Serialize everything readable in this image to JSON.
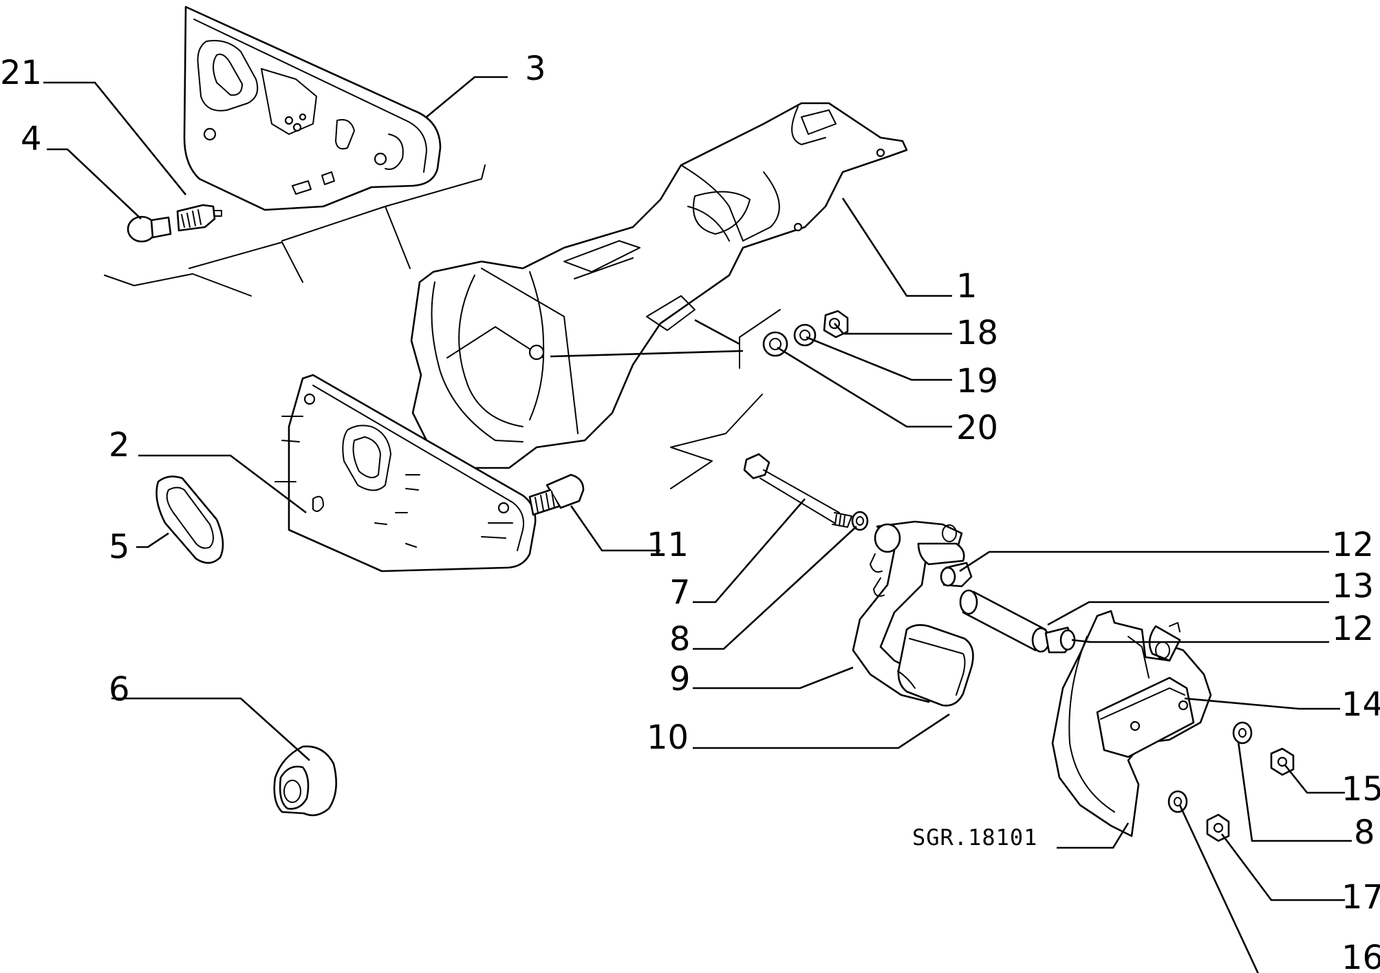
{
  "drawing_ref": "SGR.18101",
  "callouts": {
    "c1": "1",
    "c2": "2",
    "c3": "3",
    "c4": "4",
    "c5": "5",
    "c6": "6",
    "c7": "7",
    "c8a": "8",
    "c8b": "8",
    "c9": "9",
    "c10": "10",
    "c11": "11",
    "c12a": "12",
    "c12b": "12",
    "c13": "13",
    "c14": "14",
    "c15": "15",
    "c16": "16",
    "c17": "17",
    "c18": "18",
    "c19": "19",
    "c20": "20",
    "c21": "21"
  }
}
